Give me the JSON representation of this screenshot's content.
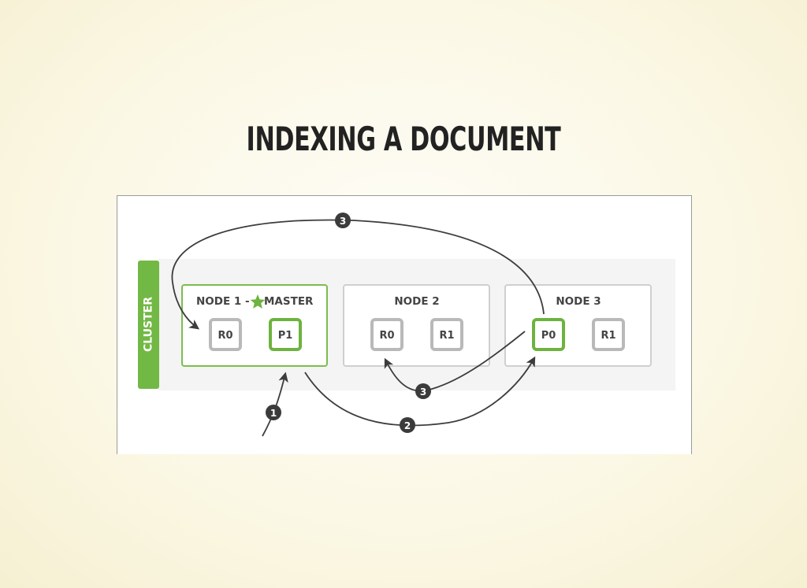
{
  "title": "INDEXING A DOCUMENT",
  "diagram": {
    "cluster_label": "CLUSTER",
    "nodes": [
      {
        "label_prefix": "NODE 1 - ",
        "label_suffix": "MASTER",
        "master_icon": "star-icon",
        "shards": [
          {
            "label": "R0",
            "type": "replica"
          },
          {
            "label": "P1",
            "type": "primary"
          }
        ]
      },
      {
        "label": "NODE 2",
        "shards": [
          {
            "label": "R0",
            "type": "replica"
          },
          {
            "label": "R1",
            "type": "replica"
          }
        ]
      },
      {
        "label": "NODE 3",
        "shards": [
          {
            "label": "P0",
            "type": "primary"
          },
          {
            "label": "R1",
            "type": "replica"
          }
        ]
      }
    ],
    "steps": [
      {
        "number": "1"
      },
      {
        "number": "2"
      },
      {
        "number": "3"
      },
      {
        "number": "3"
      }
    ]
  },
  "colors": {
    "accent_green": "#6db33f",
    "cluster_green": "#72b844",
    "shard_grey": "#b9b9b9",
    "node_border_grey": "#cfcfcf",
    "text_dark": "#444444",
    "badge_dark": "#3b3b3b",
    "arrow": "#3c3c3c"
  }
}
